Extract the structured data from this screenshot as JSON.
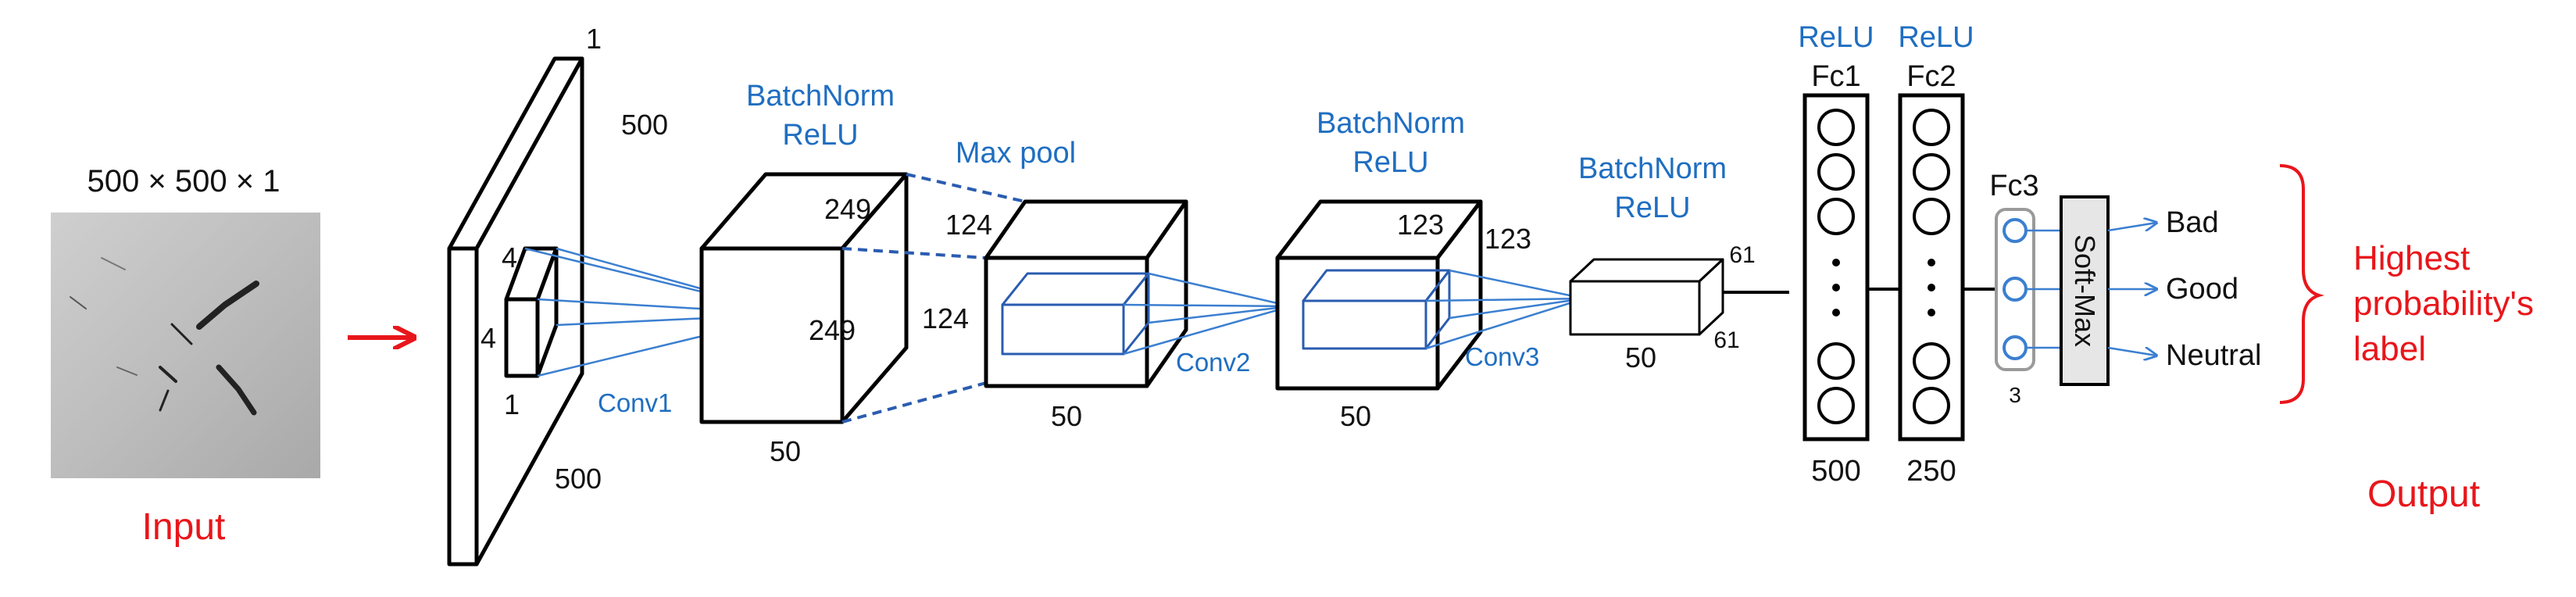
{
  "input": {
    "dims": "500 × 500 × 1",
    "label": "Input"
  },
  "input_layer": {
    "depth": "1",
    "height": "500",
    "width": "500",
    "kernel_h": "4",
    "kernel_w": "4",
    "kernel_d": "1",
    "conv": "Conv1"
  },
  "block1": {
    "norm": "BatchNorm",
    "act": "ReLU",
    "height": "249",
    "depth": "249",
    "channels": "50"
  },
  "pool": {
    "label": "Max pool"
  },
  "block2": {
    "height": "124",
    "depth": "124",
    "channels": "50",
    "conv": "Conv2"
  },
  "block3": {
    "norm": "BatchNorm",
    "act": "ReLU",
    "height": "123",
    "depth": "123",
    "channels": "50",
    "conv": "Conv3"
  },
  "block4": {
    "norm": "BatchNorm",
    "act": "ReLU",
    "height": "61",
    "depth": "61",
    "channels": "50"
  },
  "fc1": {
    "act": "ReLU",
    "name": "Fc1",
    "units": "500"
  },
  "fc2": {
    "act": "ReLU",
    "name": "Fc2",
    "units": "250"
  },
  "fc3": {
    "name": "Fc3",
    "units": "3"
  },
  "softmax": {
    "label": "Soft-Max"
  },
  "classes": [
    "Bad",
    "Good",
    "Neutral"
  ],
  "output": {
    "description": [
      "Highest",
      "probability's",
      "label"
    ],
    "label": "Output"
  },
  "colors": {
    "accent_blue": "#1F6EC1",
    "highlight_red": "#E8161B",
    "ink": "#111111"
  }
}
